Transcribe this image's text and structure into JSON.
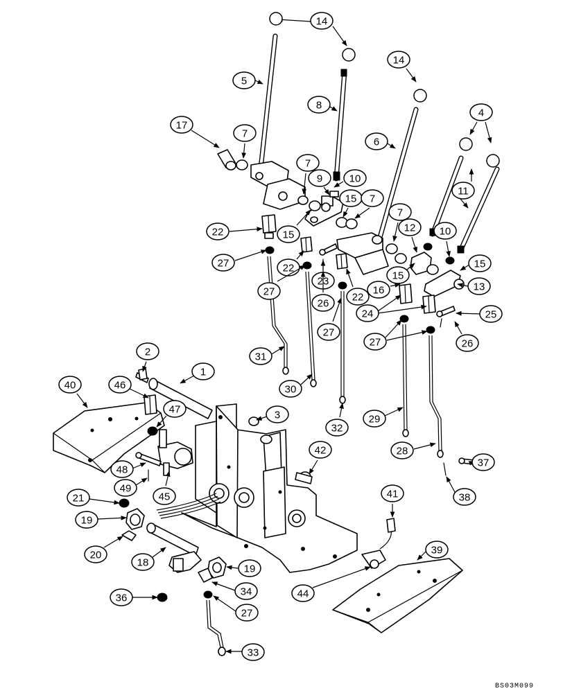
{
  "drawing_code": "BS03M099",
  "callouts": [
    "14",
    "5",
    "8",
    "14",
    "6",
    "4",
    "17",
    "7",
    "7",
    "9",
    "10",
    "15",
    "7",
    "11",
    "22",
    "15",
    "7",
    "12",
    "10",
    "27",
    "22",
    "15",
    "15",
    "16",
    "13",
    "27",
    "23",
    "22",
    "26",
    "24",
    "25",
    "27",
    "27",
    "26",
    "31",
    "2",
    "1",
    "30",
    "40",
    "46",
    "3",
    "47",
    "32",
    "29",
    "42",
    "48",
    "49",
    "28",
    "37",
    "45",
    "41",
    "21",
    "38",
    "19",
    "20",
    "39",
    "18",
    "19",
    "34",
    "44",
    "36",
    "27",
    "33"
  ]
}
